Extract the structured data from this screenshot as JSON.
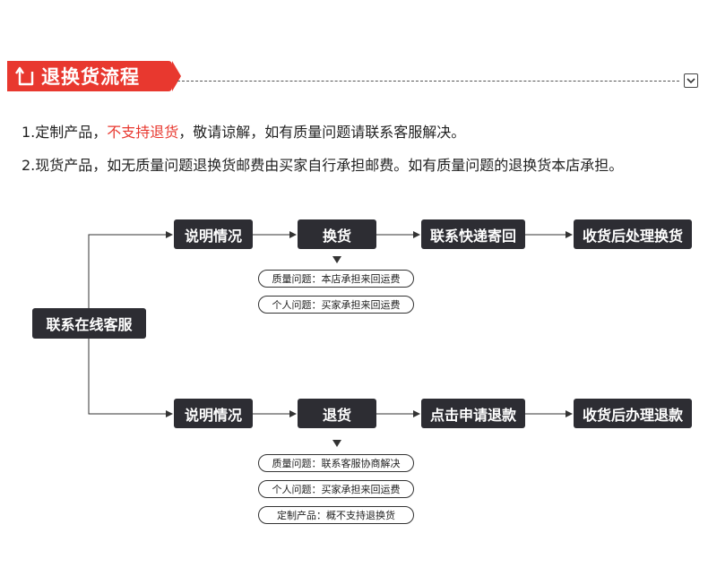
{
  "header": {
    "title": "退换货流程"
  },
  "notes": {
    "line1_prefix": "1.定制产品，",
    "line1_highlight": "不支持退货",
    "line1_suffix": "，敬请谅解，如有质量问题请联系客服解决。",
    "line2": "2.现货产品，如无质量问题退换货邮费由买家自行承担邮费。如有质量问题的退换货本店承担。"
  },
  "flow": {
    "start": "联系在线客服",
    "exchange": {
      "steps": [
        "说明情况",
        "换货",
        "联系快递寄回",
        "收货后处理换货"
      ],
      "notes": [
        "质量问题：本店承担来回运费",
        "个人问题：买家承担来回运费"
      ]
    },
    "refund": {
      "steps": [
        "说明情况",
        "退货",
        "点击申请退款",
        "收货后办理退款"
      ],
      "notes": [
        "质量问题：联系客服协商解决",
        "个人问题：买家承担来回运费",
        "定制产品：概不支持退换货"
      ]
    }
  },
  "colors": {
    "accent": "#e8382f",
    "node_bg": "#2d2d33"
  }
}
